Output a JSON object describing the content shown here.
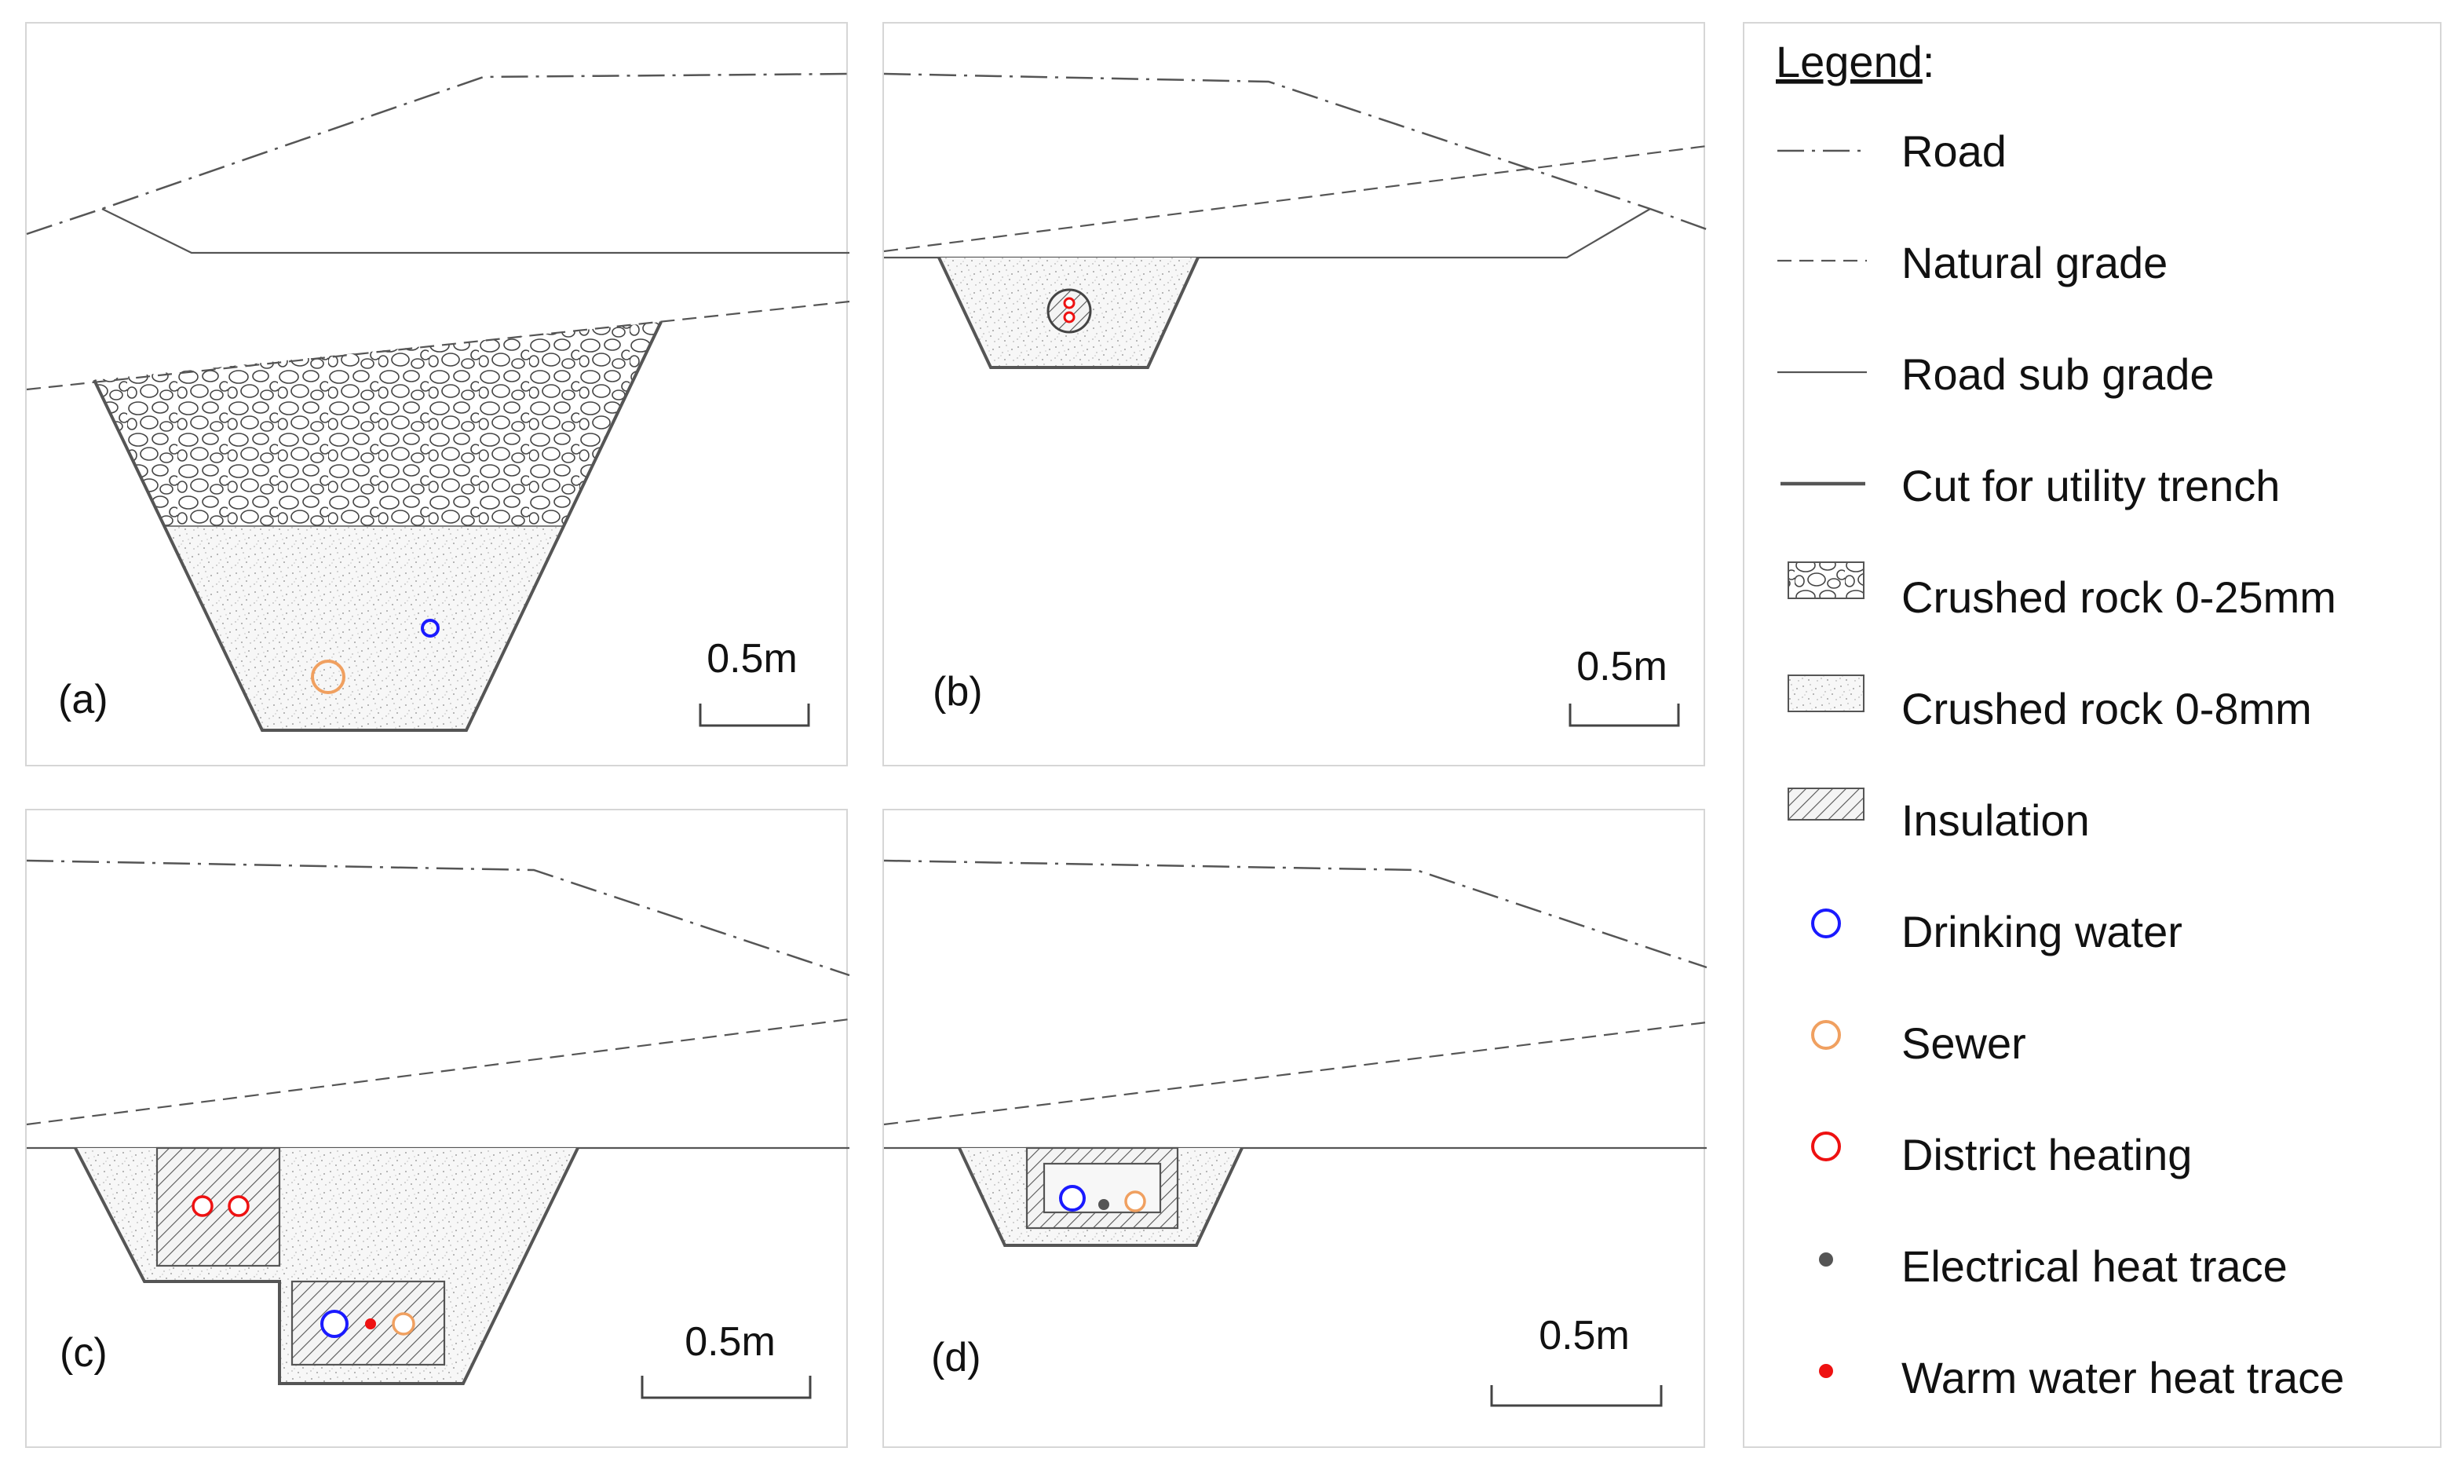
{
  "panels": {
    "a": {
      "label": "(a)",
      "scale": "0.5m"
    },
    "b": {
      "label": "(b)",
      "scale": "0.5m"
    },
    "c": {
      "label": "(c)",
      "scale": "0.5m"
    },
    "d": {
      "label": "(d)",
      "scale": "0.5m"
    }
  },
  "legend": {
    "title": "Legend",
    "title_suffix": ":",
    "items": [
      {
        "key": "road",
        "label": "Road"
      },
      {
        "key": "natural-grade",
        "label": "Natural grade"
      },
      {
        "key": "road-sub-grade",
        "label": "Road sub grade"
      },
      {
        "key": "cut-trench",
        "label": "Cut for utility trench"
      },
      {
        "key": "crushed-rock-25",
        "label": "Crushed rock 0-25mm"
      },
      {
        "key": "crushed-rock-8",
        "label": "Crushed rock 0-8mm"
      },
      {
        "key": "insulation",
        "label": "Insulation"
      },
      {
        "key": "drinking-water",
        "label": "Drinking water"
      },
      {
        "key": "sewer",
        "label": "Sewer"
      },
      {
        "key": "district-heating",
        "label": "District heating"
      },
      {
        "key": "electrical-heat-trace",
        "label": "Electrical heat trace"
      },
      {
        "key": "warm-water-heat-trace",
        "label": "Warm water heat trace"
      }
    ]
  },
  "colors": {
    "drinking_water": "#1a1aff",
    "sewer": "#f0a060",
    "district_heating": "#ee1111",
    "electrical_heat_trace": "#555555",
    "warm_water_heat_trace": "#ee1111",
    "line": "#555555"
  }
}
